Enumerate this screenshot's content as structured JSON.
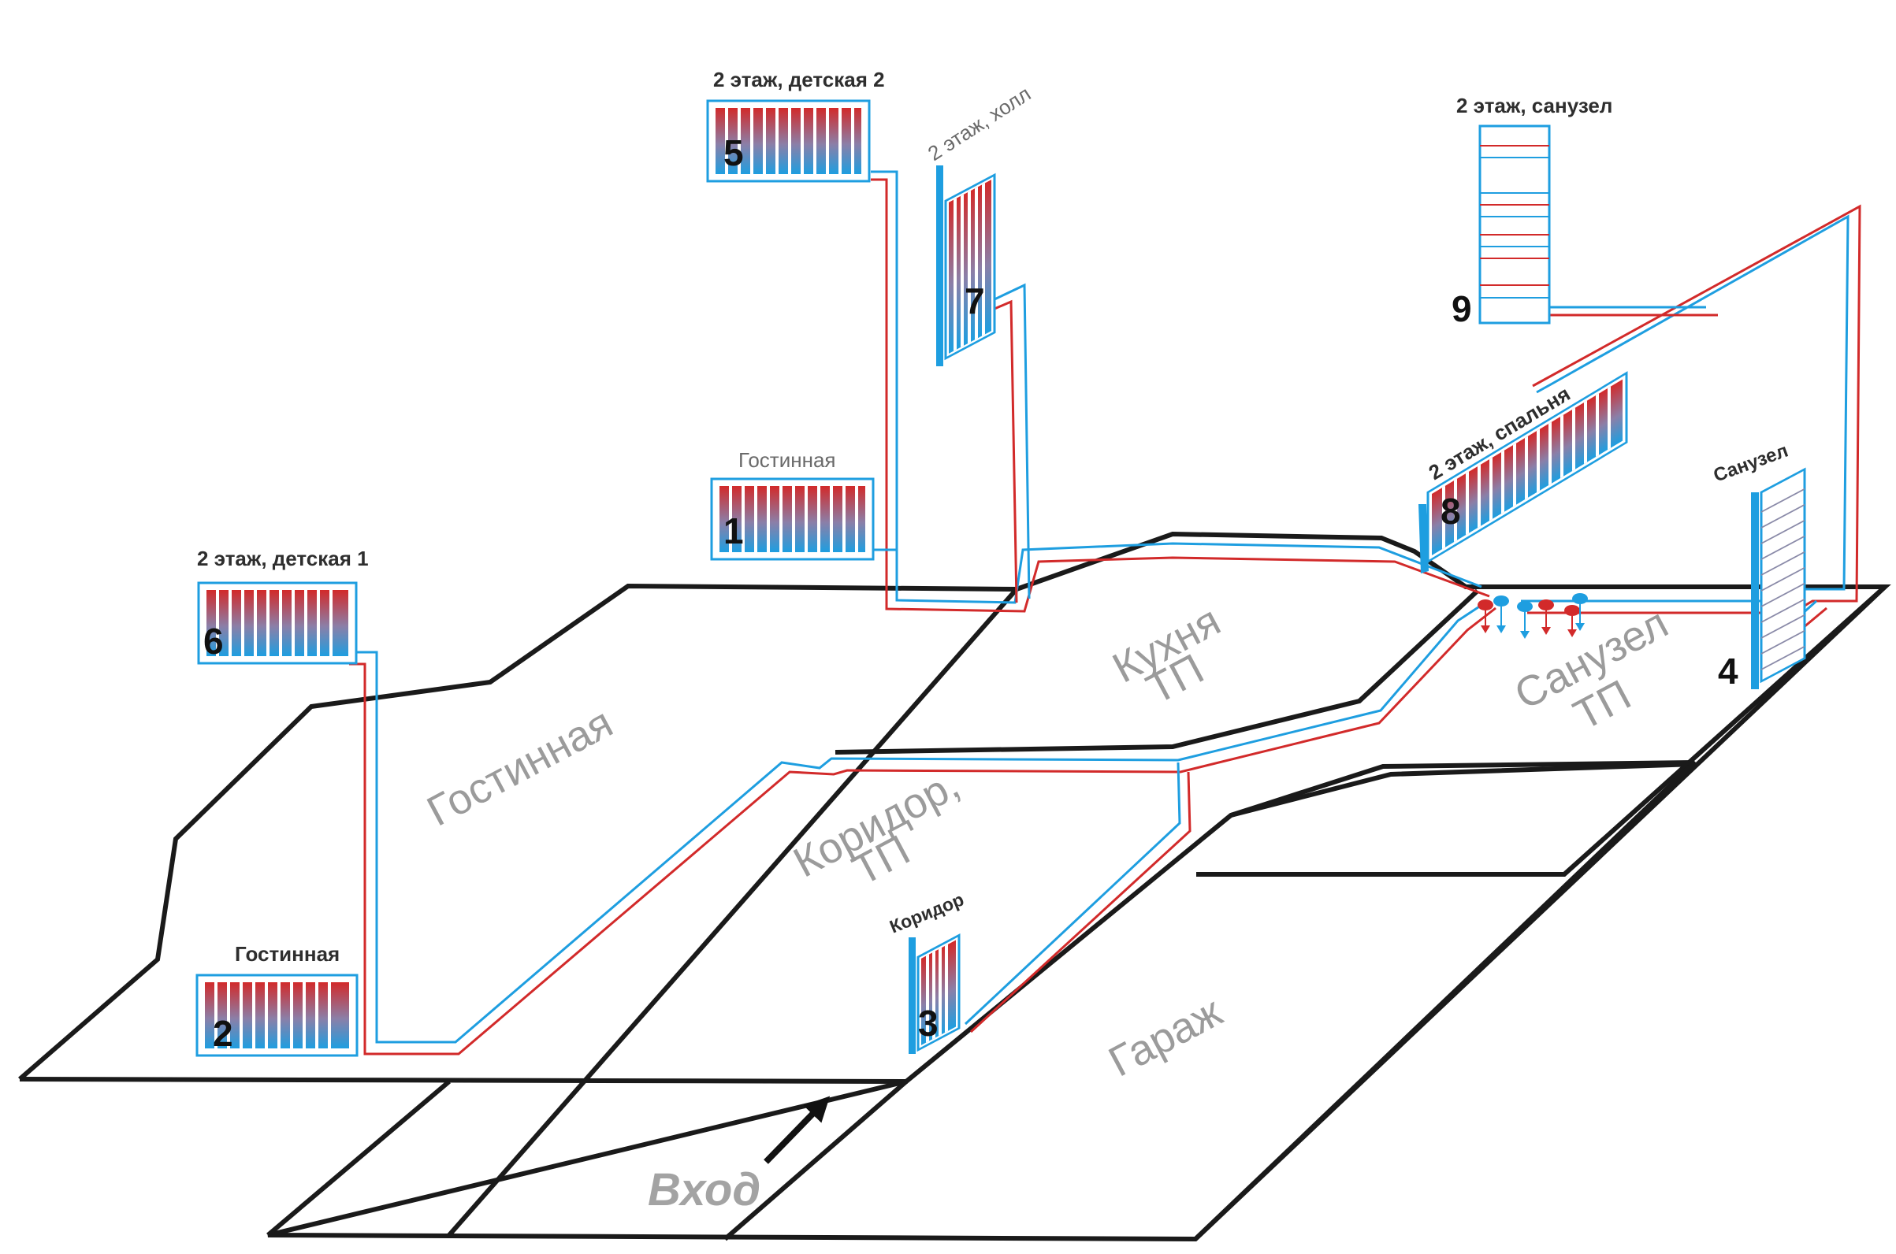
{
  "rooms": {
    "living": "Гостинная",
    "kitchen_line1": "Кухня",
    "kitchen_line2": "ТП",
    "corridor_line1": "Коридор,",
    "corridor_line2": "ТП",
    "bathroom_line1": "Санузел",
    "bathroom_line2": "ТП",
    "garage": "Гараж",
    "entry": "Вход"
  },
  "radiators": [
    {
      "number": "1",
      "label": "Гостинная"
    },
    {
      "number": "2",
      "label": "Гостинная"
    },
    {
      "number": "3",
      "label": "Коридор"
    },
    {
      "number": "4",
      "label": "Санузел"
    },
    {
      "number": "5",
      "label": "2 этаж, детская 2"
    },
    {
      "number": "6",
      "label": "2 этаж, детская 1"
    },
    {
      "number": "7",
      "label": "2 этаж, холл"
    },
    {
      "number": "8",
      "label": "2 этаж, спальня"
    },
    {
      "number": "9",
      "label": "2 этаж, санузел"
    }
  ],
  "colors": {
    "supply": "#d22a2a",
    "return": "#1e9ee0",
    "walls": "#1a1a1a",
    "room_label": "#9b9b9b"
  }
}
